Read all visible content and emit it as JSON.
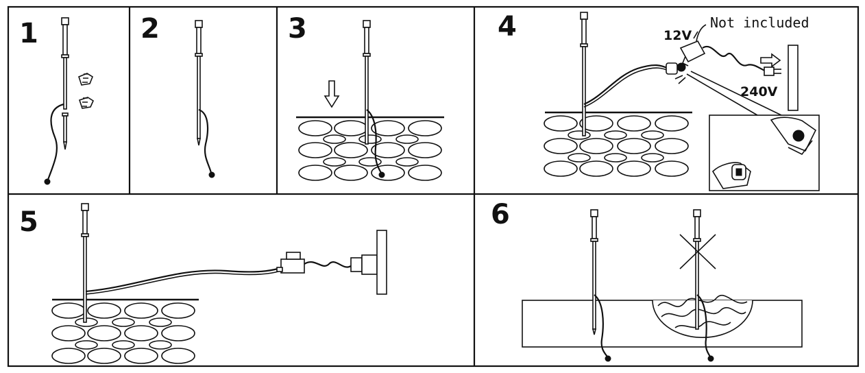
{
  "panels": [
    {
      "step": "1"
    },
    {
      "step": "2"
    },
    {
      "step": "3"
    },
    {
      "step": "4",
      "labels": {
        "not_included": "Not included",
        "voltage_low": "12V",
        "voltage_high": "240V"
      }
    },
    {
      "step": "5"
    },
    {
      "step": "6"
    }
  ]
}
